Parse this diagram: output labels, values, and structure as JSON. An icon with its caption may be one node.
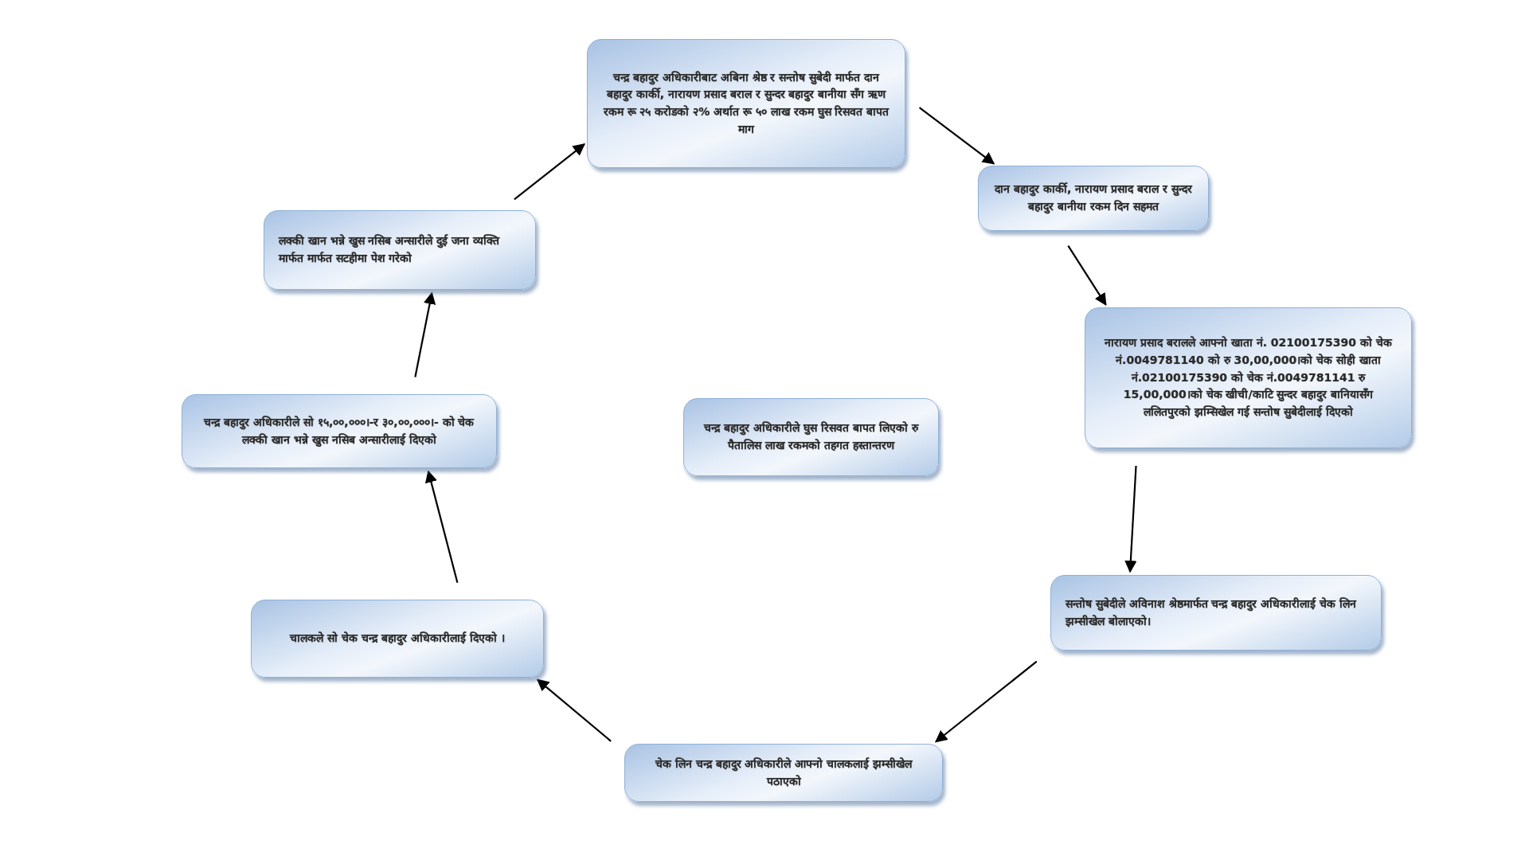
{
  "diagram": {
    "nodes": [
      {
        "text": [
          "चन्द्र बहादुर अधिकारीबाट अबिना श्रेष्ठ र सन्तोष सुबेदी मार्फत दान बहादुर कार्की, नारायण प्रसाद बराल र सुन्दर बहादुर बानीया सँग ऋण रकम रू २५ करोडको २% अर्थात रू ५० लाख रकम घुस रिसवत बापत माग"
        ]
      },
      {
        "text": [
          "दान बहादुर कार्की, नारायण प्रसाद बराल र सुन्दर बहादुर बानीया रकम दिन सहमत"
        ]
      },
      {
        "text": [
          "नारायण प्रसाद बरालले आफ्नो खाता नं. 02100175390 को चेक नं.0049781140 को रु 30,00,000।को चेक सोही खाता नं.02100175390 को चेक नं.0049781141 रु 15,00,000।को चेक खीची/काटि सुन्दर बहादुर बानियासँग ललितपुरको झम्सिखेल गई सन्तोष सुबेदीलाई दिएको"
        ]
      },
      {
        "text": [
          "सन्तोष सुबेदीले अविनाश श्रेष्ठमार्फत चन्द्र बहादुर अधिकारीलाई चेक लिन झम्सीखेल बोलाएको।"
        ]
      },
      {
        "text": [
          "चेक लिन चन्द्र बहादुर अधिकारीले आफ्नो चालकलाई झम्सीखेल पठाएको"
        ]
      },
      {
        "text": [
          "चालकले सो चेक चन्द्र बहादुर अधिकारीलाई दिएको ।"
        ]
      },
      {
        "text": [
          "चन्द्र बहादुर अधिकारीले सो १५,००,०००।-र ३०,००,०००।- को चेक लक्की खान भन्ने खुस नसिब अन्सारीलाई दिएको"
        ]
      },
      {
        "text": [
          "लक्की खान भन्ने खुस नसिब अन्सारीले दुई जना व्यक्ति मार्फत मार्फत सटहीमा पेश गरेको"
        ]
      },
      {
        "text": [
          "चन्द्र बहादुर अधिकारीले घुस रिसवत बापत लिएको रु पैतालिस लाख रकमको तहगत हस्तान्तरण"
        ]
      }
    ],
    "edges": [
      {
        "from": 0,
        "to": 1,
        "arrow": "to"
      },
      {
        "from": 1,
        "to": 2,
        "arrow": "to"
      },
      {
        "from": 2,
        "to": 3,
        "arrow": "to"
      },
      {
        "from": 3,
        "to": 4,
        "arrow": "to"
      },
      {
        "from": 4,
        "to": 5,
        "arrow": "to"
      },
      {
        "from": 5,
        "to": 6,
        "arrow": "to"
      },
      {
        "from": 6,
        "to": 7,
        "arrow": "to"
      },
      {
        "from": 7,
        "to": 0,
        "arrow": "to"
      }
    ]
  }
}
